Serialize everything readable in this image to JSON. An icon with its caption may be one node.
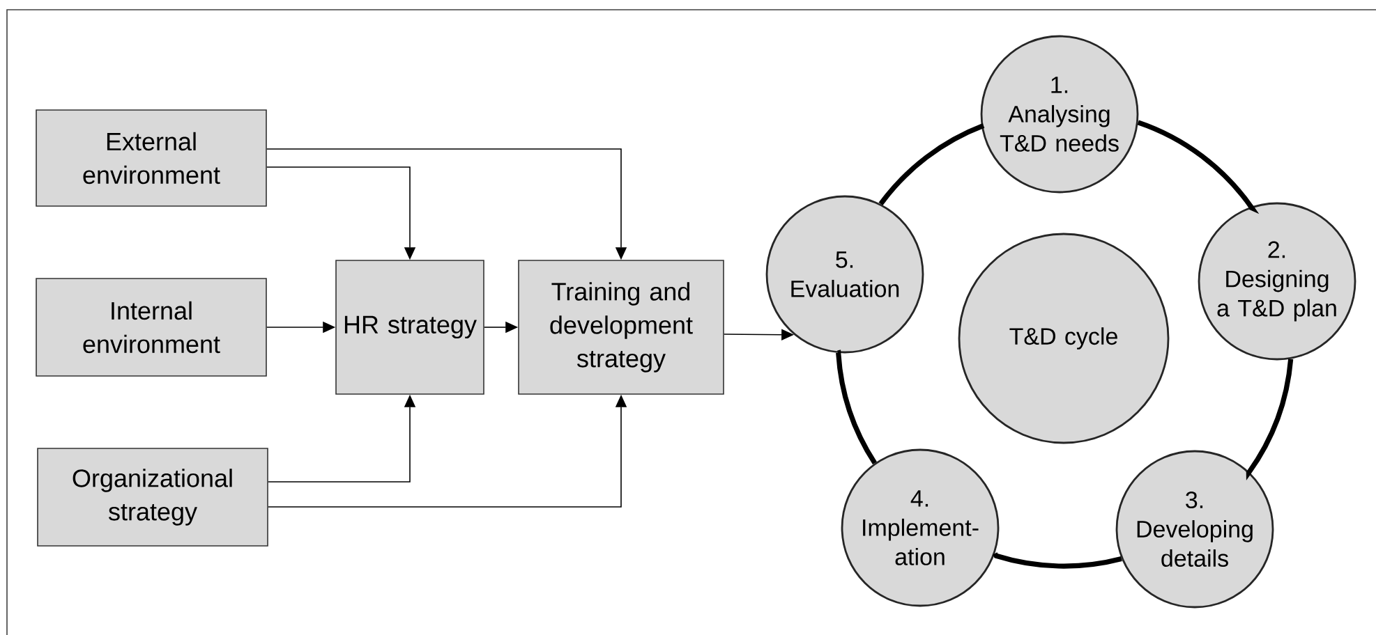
{
  "diagram": {
    "nodes": [
      {
        "text": [
          "External environment"
        ]
      },
      {
        "text": [
          "Internal environment"
        ]
      },
      {
        "text": [
          "Organizational strategy"
        ]
      },
      {
        "text": [
          "HR strategy"
        ]
      },
      {
        "text": [
          "Training and development strategy"
        ]
      },
      {
        "text": [
          "1.",
          "Analysing T&D needs"
        ]
      },
      {
        "text": [
          "5.",
          "Evaluation"
        ]
      },
      {
        "text": [
          "T&D cycle"
        ]
      },
      {
        "text": [
          "2.",
          "Designing a T&D plan"
        ]
      },
      {
        "text": [
          "4.",
          "Implement-ation"
        ]
      },
      {
        "text": [
          "3.",
          "Developing details"
        ]
      }
    ],
    "edges": [
      {
        "from": 0,
        "to": 3,
        "arrow": "to"
      },
      {
        "from": 0,
        "to": 4,
        "arrow": "to"
      },
      {
        "from": 1,
        "to": 3,
        "arrow": "to"
      },
      {
        "from": 2,
        "to": 3,
        "arrow": "to"
      },
      {
        "from": 2,
        "to": 4,
        "arrow": "to"
      },
      {
        "from": 3,
        "to": 4,
        "arrow": "to"
      },
      {
        "from": 4,
        "to": 6,
        "arrow": "to"
      },
      {
        "from": 5,
        "to": 8,
        "arrow": "none",
        "style": "thick"
      },
      {
        "from": 8,
        "to": 10,
        "arrow": "none",
        "style": "thick"
      },
      {
        "from": 10,
        "to": 9,
        "arrow": "none",
        "style": "thick"
      },
      {
        "from": 9,
        "to": 6,
        "arrow": "none",
        "style": "thick"
      },
      {
        "from": 6,
        "to": 5,
        "arrow": "none",
        "style": "thick"
      }
    ]
  }
}
